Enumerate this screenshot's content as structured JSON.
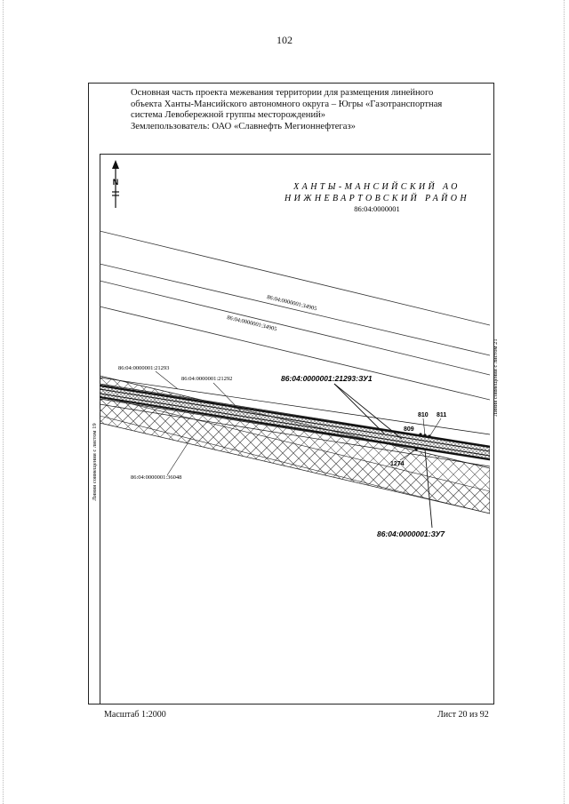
{
  "page_number": "102",
  "heading": {
    "line1": "Основная часть проекта межевания территории для размещения линейного",
    "line2": "объекта Ханты-Мансийского автономного округа – Югры «Газотранспортная",
    "line3": "система Левобережной группы месторождений»",
    "line4": "Землепользователь: ОАО «Славнефть Мегионнефтегаз»"
  },
  "map": {
    "north_label": "N",
    "region": "ХАНТЫ-МАНСИЙСКИЙ АО",
    "district": "НИЖНЕВАРТОВСКИЙ РАЙОН",
    "quarter": "86:04:0000001",
    "parcel_34905_a": "86:04:0000001:34905",
    "parcel_34905_b": "86:04:0000001:34905",
    "parcel_21293": "86:04:0000001:21293",
    "parcel_21292": "86:04:0000001:21292",
    "parcel_36048": "86:04:0000001:36048",
    "zu1_label": "86:04:0000001:21293:ЗУ1",
    "zu7_label": "86:04:0000001:ЗУ7",
    "point_810": "810",
    "point_811": "811",
    "point_809": "809",
    "point_1274": "1274",
    "match_left": "Линия совмещения с листом 19",
    "match_right": "Линия совмещения с листом 21"
  },
  "footer": {
    "scale": "Масштаб 1:2000",
    "sheet": "Лист 20 из 92"
  }
}
